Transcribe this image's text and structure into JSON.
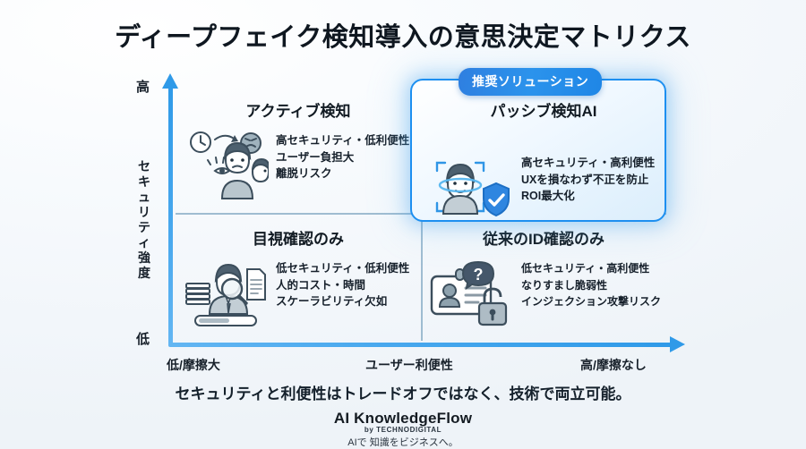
{
  "title": "ディープフェイク検知導入の意思決定マトリクス",
  "axes": {
    "y": {
      "label": "セキュリティ強度",
      "high": "高",
      "low": "低"
    },
    "x": {
      "label": "ユーザー利便性",
      "left": "低/摩擦大",
      "right": "高/摩擦なし"
    },
    "accent_color": "#2f9ae8"
  },
  "badge": {
    "label": "推奨ソリューション",
    "color": "#2b8fe8"
  },
  "quadrants": {
    "top_left": {
      "title": "アクティブ検知",
      "icon": "frustrated-user-clock-icon",
      "bullets": [
        "高セキュリティ・低利便性",
        "ユーザー負担大",
        "離脱リスク"
      ]
    },
    "top_right": {
      "title": "パッシブ検知AI",
      "icon": "face-scan-shield-icon",
      "highlighted": true,
      "bullets": [
        "高セキュリティ・高利便性",
        "UXを損なわず不正を防止",
        "ROI最大化"
      ]
    },
    "bottom_left": {
      "title": "目視確認のみ",
      "icon": "manual-review-magnifier-icon",
      "bullets": [
        "低セキュリティ・低利便性",
        "人的コスト・時間",
        "スケーラビリティ欠如"
      ]
    },
    "bottom_right": {
      "title": "従来のID確認のみ",
      "icon": "id-card-unlocked-icon",
      "bullets": [
        "低セキュリティ・高利便性",
        "なりすまし脆弱性",
        "インジェクション攻撃リスク"
      ]
    }
  },
  "tagline": "セキュリティと利便性はトレードオフではなく、技術で両立可能。",
  "footer": {
    "brand": "AI KnowledgeFlow",
    "brand_sub": "by TECHNODIGITAL",
    "brand_tagline": "AIで 知識をビジネスへ。"
  }
}
